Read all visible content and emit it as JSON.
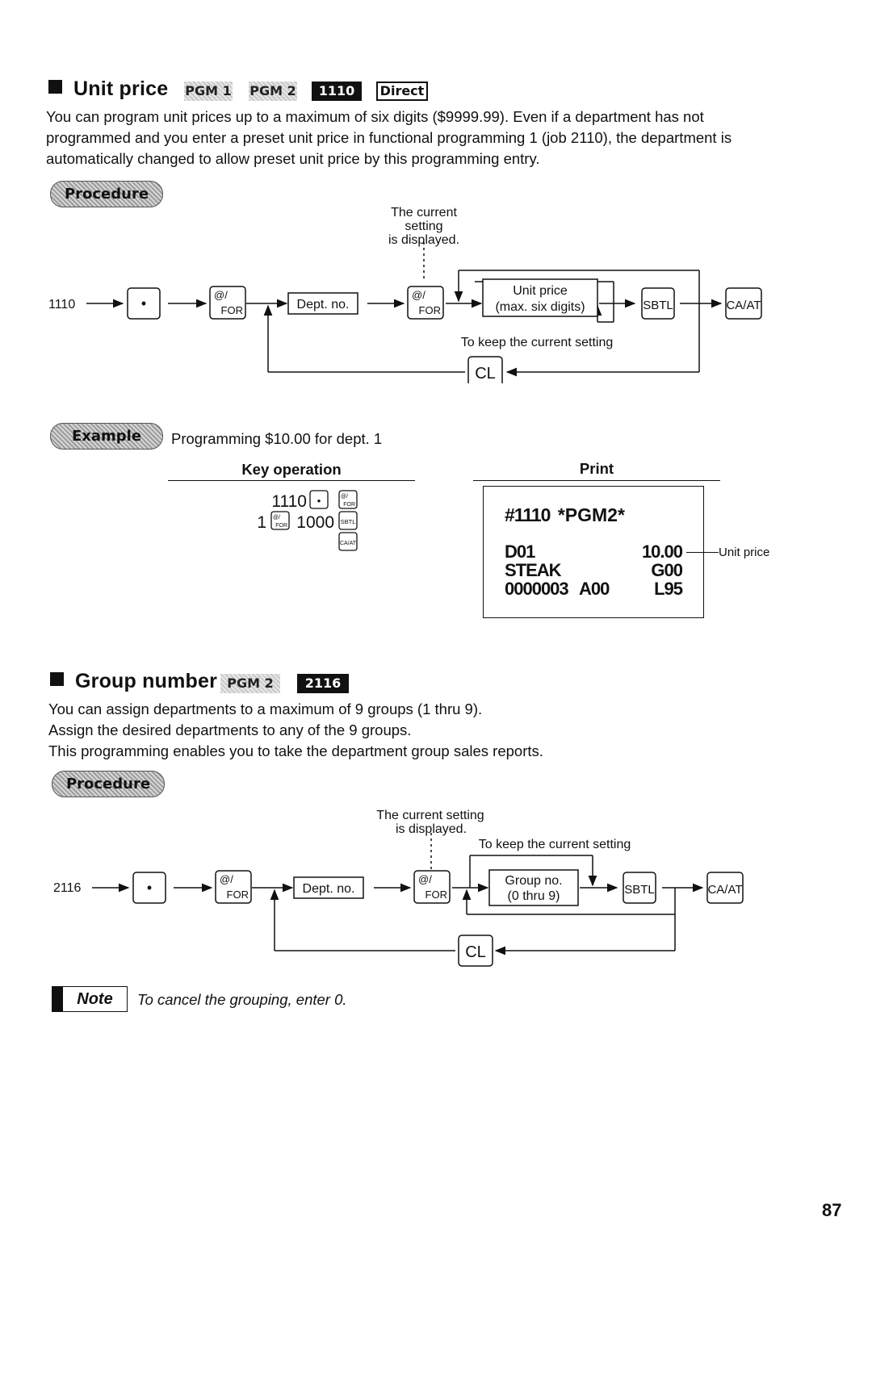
{
  "unit_price": {
    "title": "Unit price",
    "tags": [
      "PGM 1",
      "PGM 2",
      "1110",
      "Direct"
    ],
    "description": [
      "You can program unit prices up to a maximum of six digits ($9999.99).  Even if a department has not",
      "programmed and you enter a preset unit price in functional programming 1 (job 2110), the department is",
      "automatically changed to allow preset unit price by this programming entry."
    ],
    "procedure_label": "Procedure",
    "diagram": {
      "start": "1110",
      "dot_key": "•",
      "for_key_top": "@/",
      "for_key_bottom": "FOR",
      "dept_box": "Dept. no.",
      "current_note": [
        "The current",
        "setting",
        "is displayed."
      ],
      "unit_box": [
        "Unit price",
        "(max. six digits)"
      ],
      "sbtl_key": "SBTL",
      "caat_key": "CA/AT",
      "keep_note": "To keep the current setting",
      "cl_key": "CL"
    },
    "example_label": "Example",
    "example_text": "Programming $10.00 for dept. 1",
    "key_operation_header": "Key operation",
    "print_header": "Print",
    "key_ops": {
      "line1_num": "1110",
      "line2_pre": "1",
      "line2_num": "1000"
    },
    "receipt": {
      "header": "#1110",
      "mode": "*PGM2*",
      "dept": "D01",
      "price": "10.00",
      "item": "STEAK",
      "group": "G00",
      "code": "0000003",
      "a_code": "A00",
      "l_code": "L95"
    },
    "unit_price_callout": "Unit price"
  },
  "group_number": {
    "title": "Group number",
    "tags": [
      "PGM 2",
      "2116"
    ],
    "description": [
      "You can assign departments to a maximum of 9 groups (1 thru 9).",
      "Assign the desired departments to any of the 9 groups.",
      "This programming enables you to take the department group sales reports."
    ],
    "procedure_label": "Procedure",
    "diagram": {
      "start": "2116",
      "dot_key": "•",
      "for_key_top": "@/",
      "for_key_bottom": "FOR",
      "dept_box": "Dept. no.",
      "current_note": [
        "The current setting",
        "is displayed."
      ],
      "keep_note": "To keep the current setting",
      "group_box": [
        "Group no.",
        "(0 thru 9)"
      ],
      "sbtl_key": "SBTL",
      "caat_key": "CA/AT",
      "cl_key": "CL"
    }
  },
  "note": {
    "label": "Note",
    "text": "To cancel the grouping, enter 0."
  },
  "page_number": "87"
}
